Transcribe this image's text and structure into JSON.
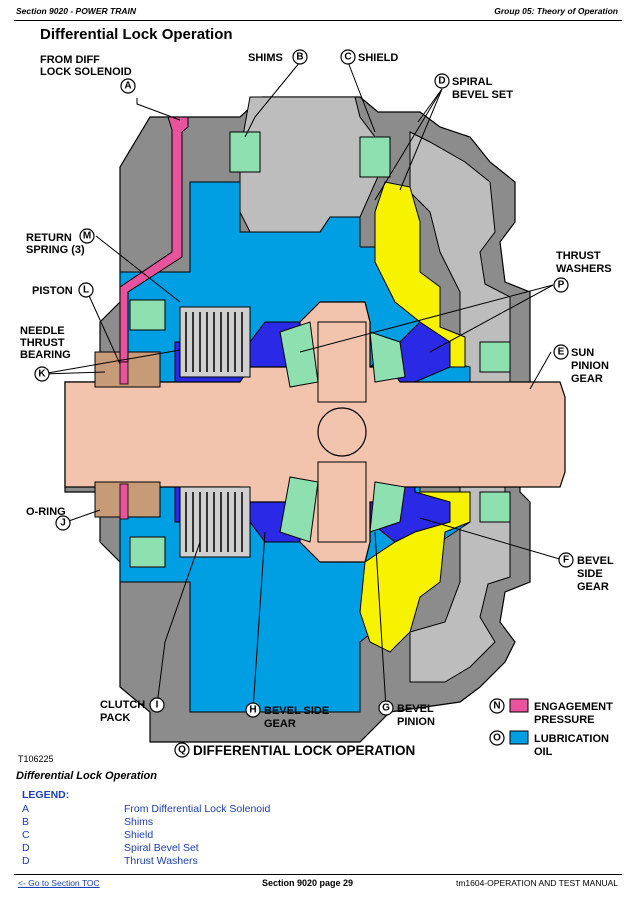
{
  "header": {
    "section": "Section 9020 - POWER TRAIN",
    "group": "Group 05: Theory of Operation"
  },
  "diagram": {
    "title": "Differential Lock Operation",
    "figure_id": "T106225",
    "caption_letter": "Q",
    "caption_text": "DIFFERENTIAL LOCK OPERATION",
    "colors": {
      "engagement_pressure": "#e8539e",
      "lubrication_oil": "#009ee3",
      "housing": "#8c8c8c",
      "housing_light": "#bdbdbd",
      "shaft": "#f2c4ad",
      "gear_yellow": "#f7f200",
      "bevel_blue": "#2a2ae6",
      "bearing_green": "#8fe0b0",
      "piston_tan": "#c79a78"
    },
    "callouts": {
      "A": {
        "letter": "A",
        "line1": "FROM DIFF",
        "line2": "LOCK SOLENOID"
      },
      "B": {
        "letter": "B",
        "text": "SHIMS"
      },
      "C": {
        "letter": "C",
        "text": "SHIELD"
      },
      "D": {
        "letter": "D",
        "line1": "SPIRAL",
        "line2": "BEVEL SET"
      },
      "M": {
        "letter": "M",
        "line1": "RETURN",
        "line2": "SPRING (3)"
      },
      "P": {
        "letter": "P",
        "line1": "THRUST",
        "line2": "WASHERS"
      },
      "L": {
        "letter": "L",
        "text": "PISTON"
      },
      "K": {
        "letter": "K",
        "line1": "NEEDLE",
        "line2": "THRUST",
        "line3": "BEARING"
      },
      "E": {
        "letter": "E",
        "line1": "SUN",
        "line2": "PINION",
        "line3": "GEAR"
      },
      "J": {
        "letter": "J",
        "text": "O-RING"
      },
      "F": {
        "letter": "F",
        "line1": "BEVEL",
        "line2": "SIDE",
        "line3": "GEAR"
      },
      "I": {
        "letter": "I",
        "line1": "CLUTCH",
        "line2": "PACK"
      },
      "H": {
        "letter": "H",
        "line1": "BEVEL SIDE",
        "line2": "GEAR"
      },
      "G": {
        "letter": "G",
        "line1": "BEVEL",
        "line2": "PINION"
      },
      "N": {
        "letter": "N",
        "line1": "ENGAGEMENT",
        "line2": "PRESSURE"
      },
      "O": {
        "letter": "O",
        "line1": "LUBRICATION",
        "line2": "OIL"
      }
    }
  },
  "caption": {
    "title": "Differential Lock Operation"
  },
  "legend": {
    "heading": "LEGEND:",
    "items": [
      {
        "key": "A",
        "value": "From Differential Lock Solenoid"
      },
      {
        "key": "B",
        "value": "Shims"
      },
      {
        "key": "C",
        "value": "Shield"
      },
      {
        "key": "D",
        "value": "Spiral Bevel Set"
      },
      {
        "key": "D",
        "value": "Thrust Washers"
      }
    ]
  },
  "footer": {
    "link": "<- Go to Section TOC",
    "page": "Section 9020 page 29",
    "manual": "tm1604-OPERATION AND TEST MANUAL"
  }
}
